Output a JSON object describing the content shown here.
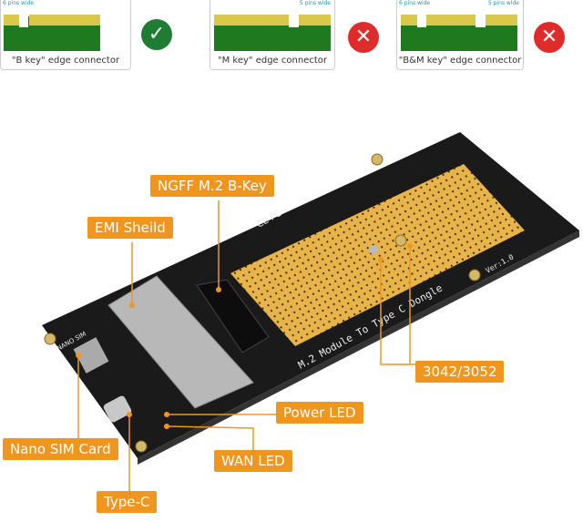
{
  "connectors": [
    {
      "caption": "\"B key\"  edge connector",
      "pins_left": "6 pins wide",
      "pins_right": "",
      "status": "compatible",
      "status_icon": "check-icon",
      "status_color": "#1e7d32"
    },
    {
      "caption": "\"M key\"  edge connector",
      "pins_left": "",
      "pins_right": "5 pins wide",
      "status": "incompatible",
      "status_icon": "x-icon",
      "status_color": "#e02b2b"
    },
    {
      "caption": "\"B&M key\"  edge connector",
      "pins_left": "6 pins wide",
      "pins_right": "5 pins wide",
      "status": "incompatible",
      "status_icon": "x-icon",
      "status_color": "#e02b2b"
    }
  ],
  "board": {
    "silkscreen_title": "M.2 Module To Type C Dongle",
    "version": "Ver:1.0",
    "sim_label": "NANO SIM",
    "cert": "CE FC"
  },
  "callouts": {
    "ngff": "NGFF M.2 B-Key",
    "emi": "EMI Sheild",
    "size": "3042/3052",
    "power_led": "Power LED",
    "nano_sim": "Nano SIM Card",
    "wan_led": "WAN LED",
    "type_c": "Type-C"
  },
  "colors": {
    "accent": "#f0961e",
    "pcb": "#1a1a1a",
    "proto_area": "#e8b448",
    "pcb_green": "#1f7a1f"
  }
}
